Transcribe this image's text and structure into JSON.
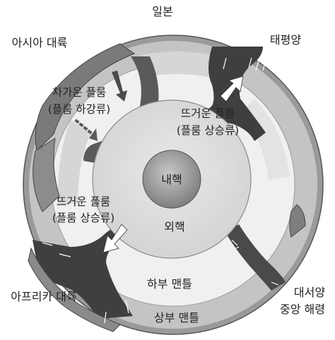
{
  "labels": {
    "japan": "일본",
    "asia": "아시아 대륙",
    "pacific": "태평양",
    "cold_plume_1": "차가운 플룸",
    "cold_plume_2": "(플룸 하강류)",
    "hot_plume_right_1": "뜨거운 플룸",
    "hot_plume_right_2": "(플룸 상승류)",
    "inner_core": "내핵",
    "outer_core": "외핵",
    "hot_plume_left_1": "뜨거운 플룸",
    "hot_plume_left_2": "(플룸 상승류)",
    "lower_mantle": "하부 맨틀",
    "upper_mantle": "상부 맨틀",
    "africa": "아프리카 대륙",
    "atlantic_ridge_1": "대서양",
    "atlantic_ridge_2": "중앙 해령"
  },
  "colors": {
    "crust": "#8a8a8a",
    "upper_mantle": "#bdbdbd",
    "lower_mantle": "#efefef",
    "outer_core": "#dcdcdc",
    "inner_core": "#9a9a9a",
    "plume": "#3f3f3f"
  }
}
